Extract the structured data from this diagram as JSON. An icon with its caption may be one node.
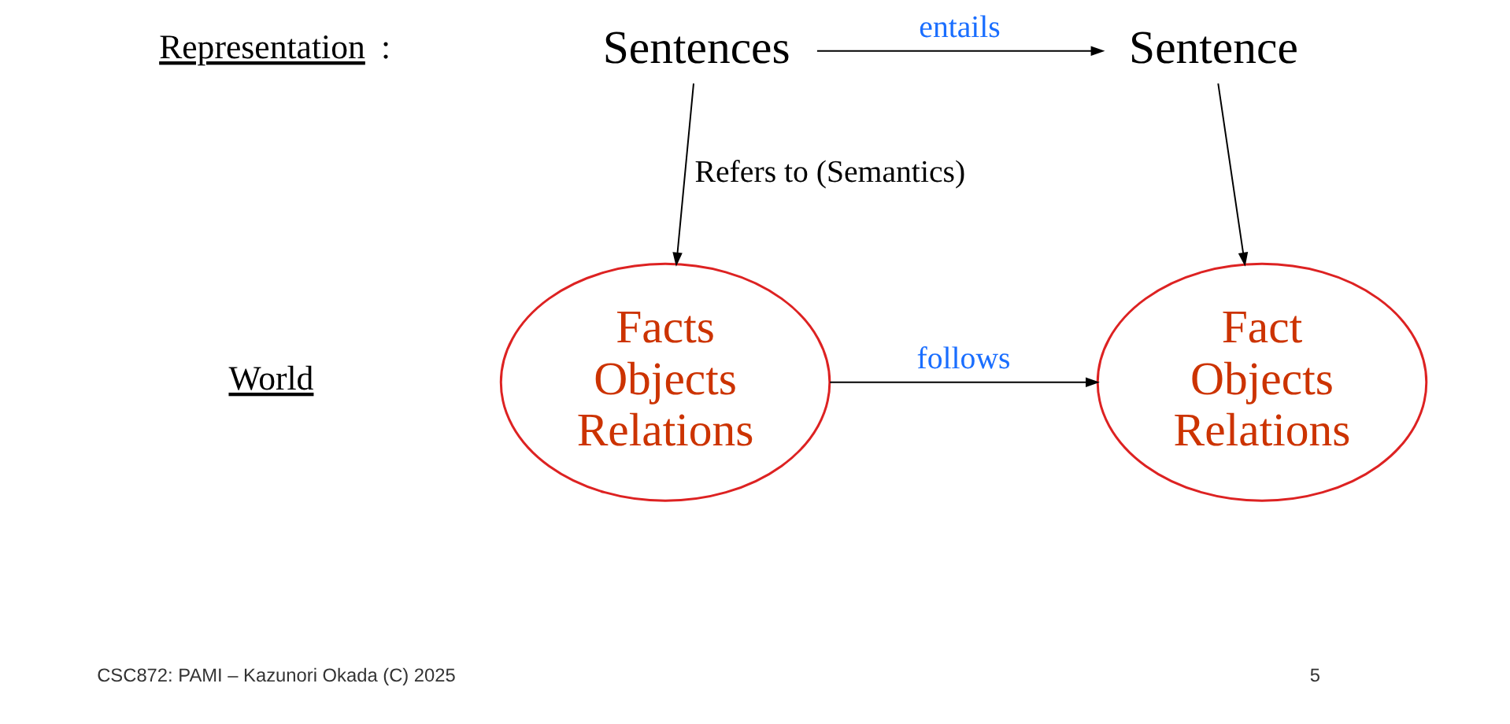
{
  "diagram": {
    "nodes": [
      {
        "text": [
          "Sentences"
        ]
      },
      {
        "text": [
          "Sentence"
        ]
      },
      {
        "text": [
          "Facts",
          "Objects",
          "Relations"
        ]
      },
      {
        "text": [
          "Fact",
          "Objects",
          "Relations"
        ]
      }
    ],
    "edges": [
      {
        "from": 0,
        "to": 1,
        "arrow": "to",
        "label": "entails"
      },
      {
        "from": 0,
        "to": 2,
        "arrow": "to",
        "label": "Refers to (Semantics)"
      },
      {
        "from": 1,
        "to": 3,
        "arrow": "to"
      },
      {
        "from": 2,
        "to": 3,
        "arrow": "to",
        "label": "follows"
      }
    ],
    "labels": [
      "**Representation**:",
      "**World**",
      "CSC872: PAMI – Kazunori Okada (C) 2025",
      "5"
    ]
  }
}
